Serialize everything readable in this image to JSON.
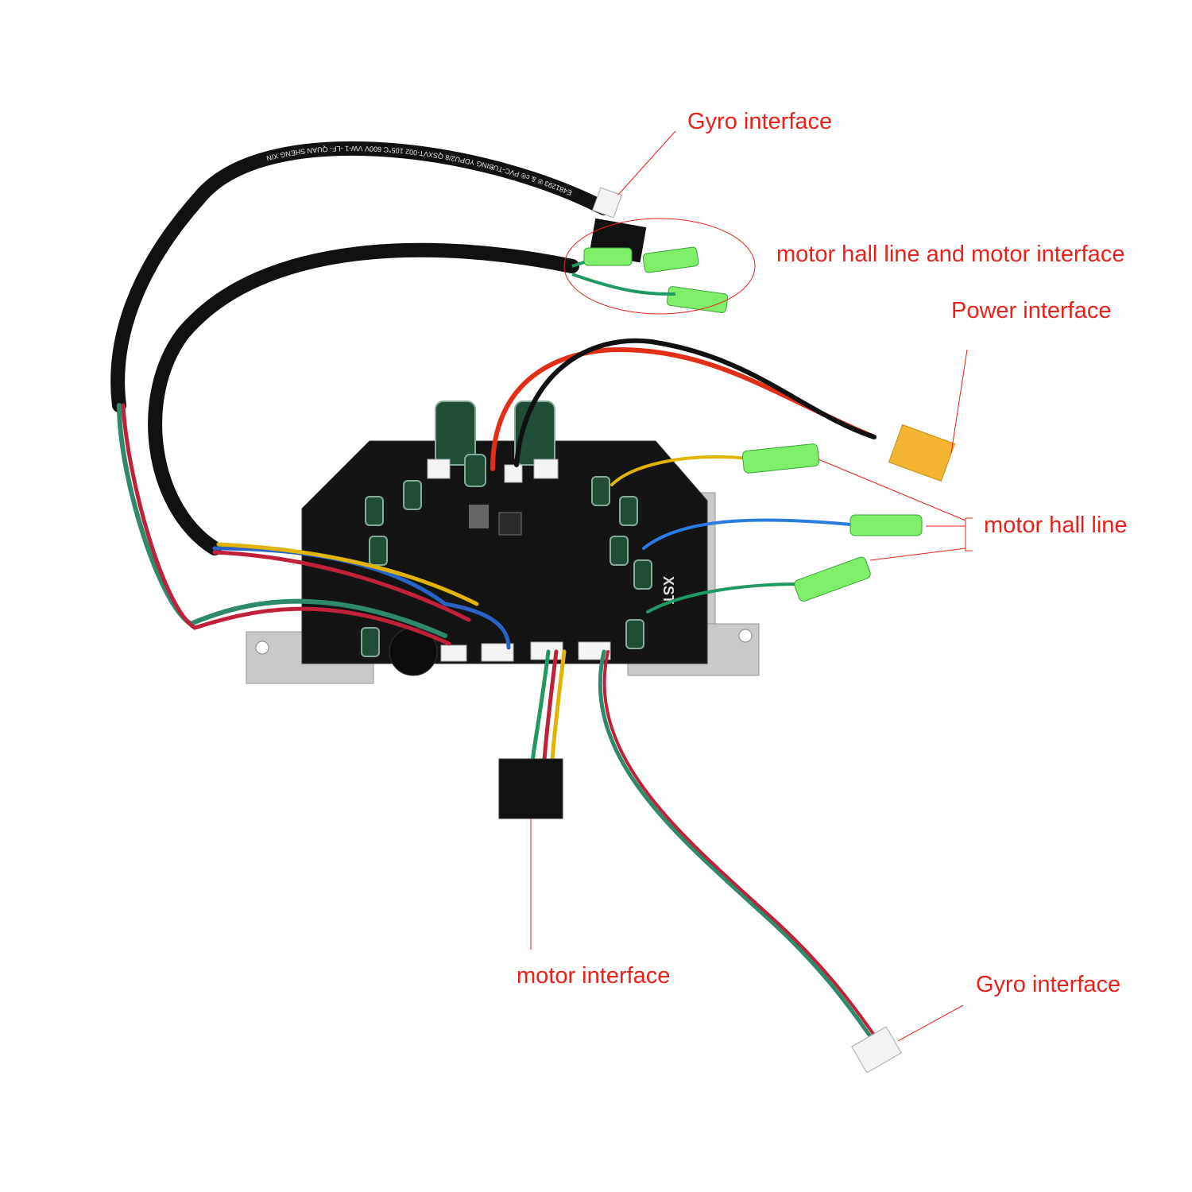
{
  "labels": {
    "gyro_top": "Gyro interface",
    "hall_and_motor": "motor hall line and motor interface",
    "power": "Power interface",
    "hall_line": "motor hall line",
    "motor_interface": "motor interface",
    "gyro_bottom": "Gyro interface"
  },
  "printed": {
    "cable_print": "E481293 ® & c® PVC-TUBING YDPU2/8 QSXVT-002 105°C 600V VW-1 -LF- QUAN SHENG XIN",
    "board_brand": "XST"
  },
  "colors": {
    "annotation": "#e8211b",
    "board": "#141414",
    "bracket": "#c9c9c9"
  }
}
